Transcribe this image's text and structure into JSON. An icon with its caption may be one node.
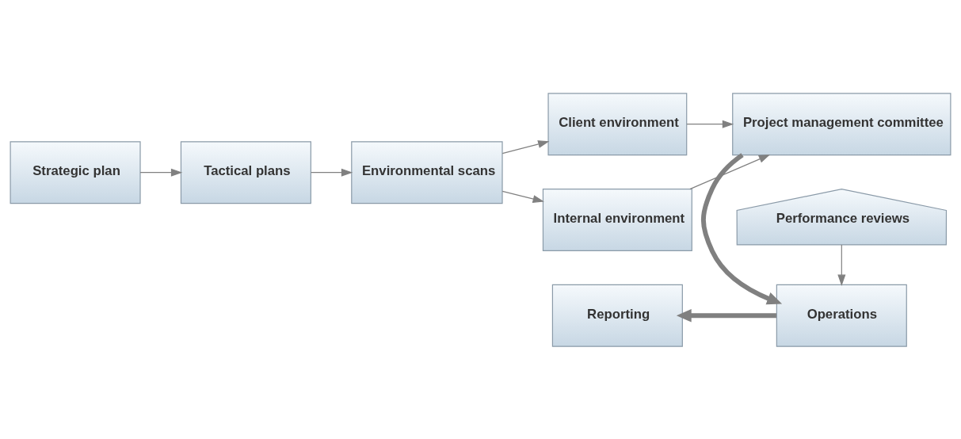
{
  "diagram": {
    "nodes": [
      {
        "text": [
          "Strategic plan"
        ]
      },
      {
        "text": [
          "Tactical plans"
        ]
      },
      {
        "text": [
          "Environmental scans"
        ]
      },
      {
        "text": [
          "Client environment"
        ]
      },
      {
        "text": [
          "Internal environment"
        ]
      },
      {
        "text": [
          "Project management committee"
        ]
      },
      {
        "text": [
          "Reporting"
        ]
      },
      {
        "text": [
          "Operations"
        ]
      },
      {
        "text": [
          "Performance reviews"
        ]
      }
    ],
    "edges": [
      {
        "from": 0,
        "to": 1,
        "arrow": "to"
      },
      {
        "from": 1,
        "to": 2,
        "arrow": "to"
      },
      {
        "from": 2,
        "to": 3,
        "arrow": "to"
      },
      {
        "from": 2,
        "to": 4,
        "arrow": "to"
      },
      {
        "from": 3,
        "to": 5,
        "arrow": "to"
      },
      {
        "from": 4,
        "to": 5,
        "arrow": "to"
      },
      {
        "from": 5,
        "to": 7,
        "arrow": "to",
        "style": "thick"
      },
      {
        "from": 7,
        "to": 6,
        "arrow": "to",
        "style": "thick"
      },
      {
        "from": 8,
        "to": 7,
        "arrow": "to"
      }
    ]
  }
}
